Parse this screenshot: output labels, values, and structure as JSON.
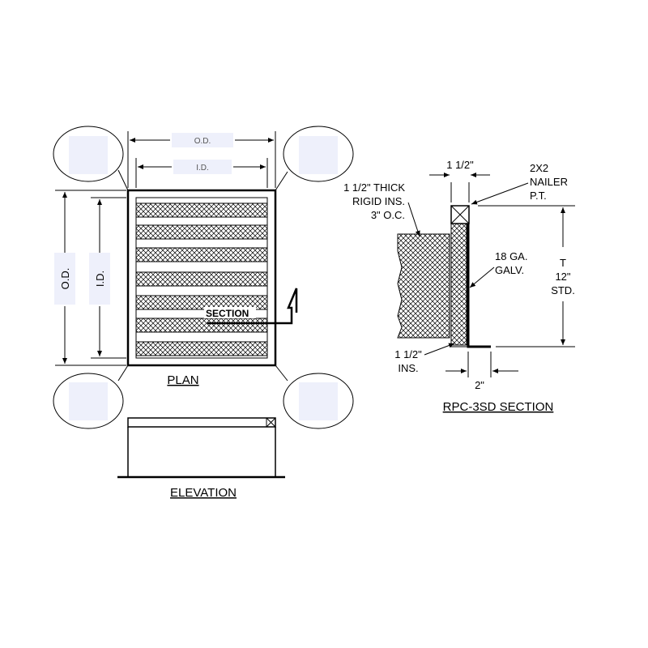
{
  "plan": {
    "od_top": "O.D.",
    "id_top": "I.D.",
    "od_side": "O.D.",
    "id_side": "I.D.",
    "section_callout": "SECTION",
    "title": "PLAN"
  },
  "elevation": {
    "title": "ELEVATION"
  },
  "section": {
    "title": "RPC-3SD SECTION",
    "dim_top": "1 1/2\"",
    "nailer": [
      "2X2",
      "NAILER",
      "P.T."
    ],
    "rigid_ins": [
      "1 1/2\" THICK",
      "RIGID INS.",
      "3\" O.C."
    ],
    "galv": [
      "18 GA.",
      "GALV."
    ],
    "height": [
      "T",
      "12\"",
      "STD."
    ],
    "ins": [
      "1 1/2\"",
      "INS."
    ],
    "dim_bottom": "2\""
  },
  "colors": {
    "line": "#000000",
    "highlight": "#eef0fb",
    "dim_text": "#555555"
  }
}
